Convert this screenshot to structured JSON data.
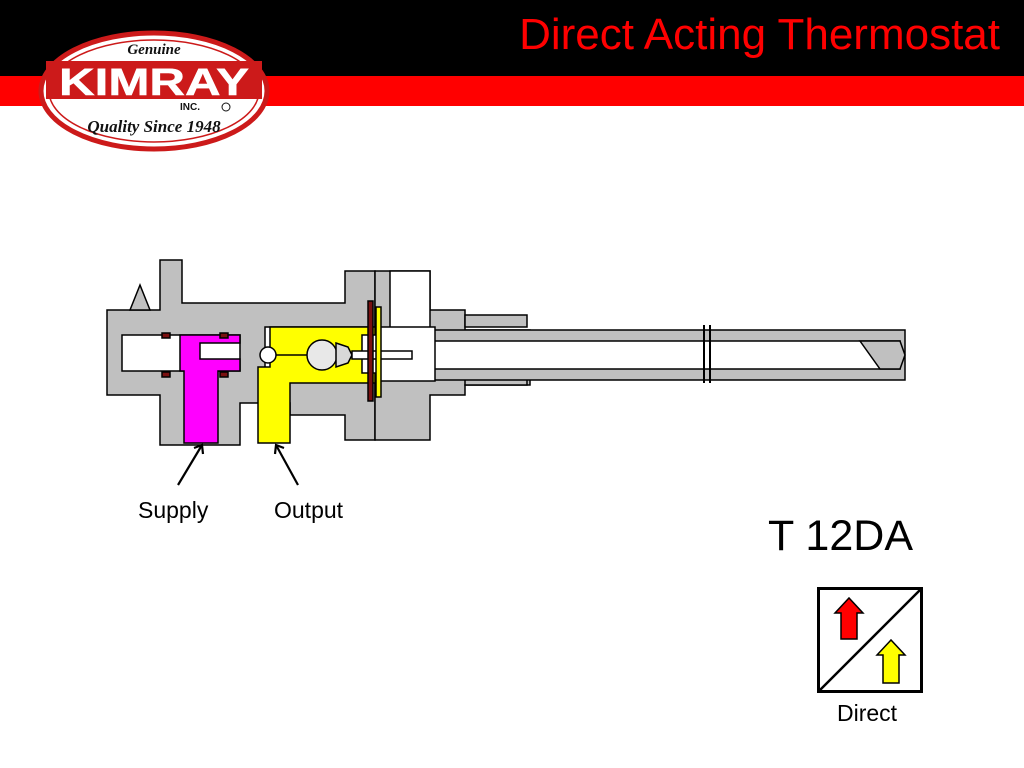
{
  "header": {
    "title": "Direct Acting Thermostat",
    "bar_color": "#000000",
    "accent_color": "#ff0000"
  },
  "logo": {
    "top_text": "Genuine",
    "brand": "KIMRAY",
    "sub_text": "INC.",
    "tagline": "Quality Since 1948"
  },
  "diagram": {
    "ports": {
      "supply_label": "Supply",
      "output_label": "Output"
    },
    "colors": {
      "body": "#c0c0c0",
      "supply": "#ff00ff",
      "output": "#ffff00",
      "seal": "#7a1010"
    },
    "model": "T 12DA",
    "action": {
      "label": "Direct",
      "up_arrow_color": "#ff0000",
      "output_arrow_color": "#ffff00"
    }
  }
}
